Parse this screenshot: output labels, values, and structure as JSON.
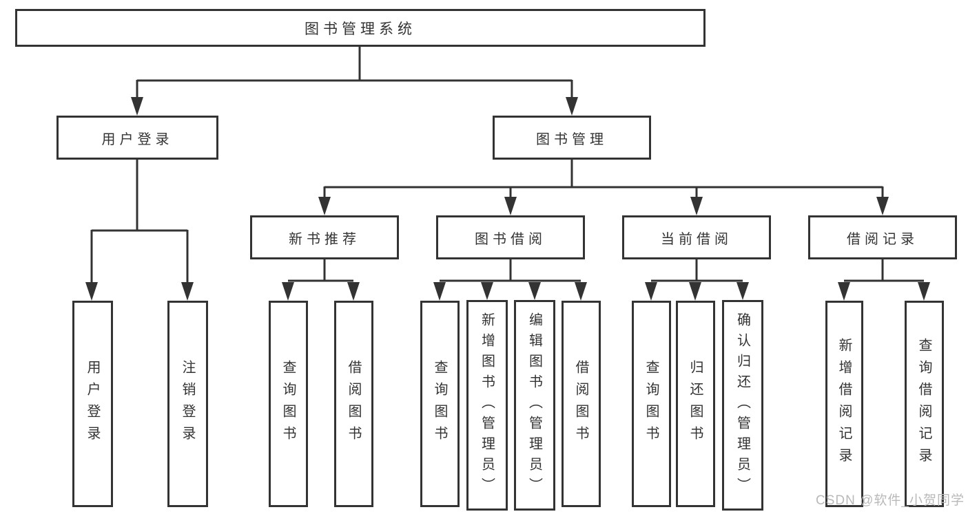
{
  "colors": {
    "line": "#333333",
    "text": "#333333",
    "box_background": "#ffffff",
    "watermark": "#b9b9b9"
  },
  "nodes": {
    "root": {
      "label": "图书管理系统"
    },
    "user_login": {
      "label": "用户登录",
      "children": [
        {
          "label": "用户登录"
        },
        {
          "label": "注销登录"
        }
      ]
    },
    "book_management": {
      "label": "图书管理"
    },
    "new_book_recommend": {
      "label": "新书推荐",
      "children": [
        {
          "label": "查询图书"
        },
        {
          "label": "借阅图书"
        }
      ]
    },
    "book_borrowing": {
      "label": "图书借阅",
      "children": [
        {
          "label": "查询图书"
        },
        {
          "label": "新增图书（管理员）"
        },
        {
          "label": "编辑图书（管理员）"
        },
        {
          "label": "借阅图书"
        }
      ]
    },
    "current_borrowing": {
      "label": "当前借阅",
      "children": [
        {
          "label": "查询图书"
        },
        {
          "label": "归还图书"
        },
        {
          "label": "确认归还（管理员）"
        }
      ]
    },
    "borrowing_records": {
      "label": "借阅记录",
      "children": [
        {
          "label": "新增借阅记录"
        },
        {
          "label": "查询借阅记录"
        }
      ]
    }
  },
  "watermark": {
    "text": "CSDN @软件_小贺同学"
  }
}
